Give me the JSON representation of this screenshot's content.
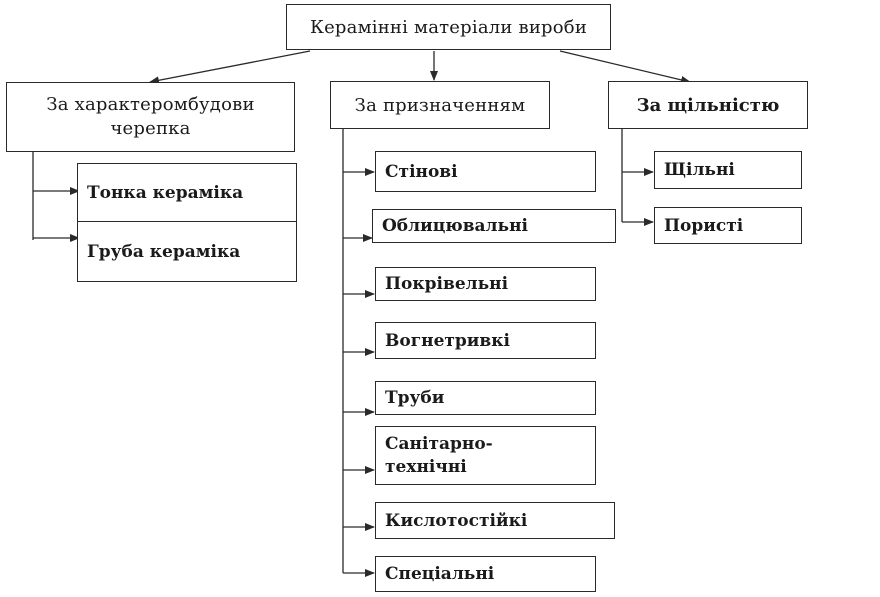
{
  "root": {
    "label": "Керамінні матеріали вироби"
  },
  "groups": {
    "structure": {
      "label_line1": "За характеромбудови",
      "label_line2": "черепка",
      "items": [
        "Тонка кераміка",
        "Груба кераміка"
      ]
    },
    "purpose": {
      "label": "За призначенням",
      "items": [
        "Стінові",
        "Облицювальні",
        "Покрівельні",
        "Вогнетривкі",
        "Труби",
        "Санітарно-",
        "технічні",
        "Кислотостійкі",
        "Спеціальні"
      ]
    },
    "density": {
      "label": "За щільністю",
      "items": [
        "Щільні",
        "Пористі"
      ]
    }
  }
}
